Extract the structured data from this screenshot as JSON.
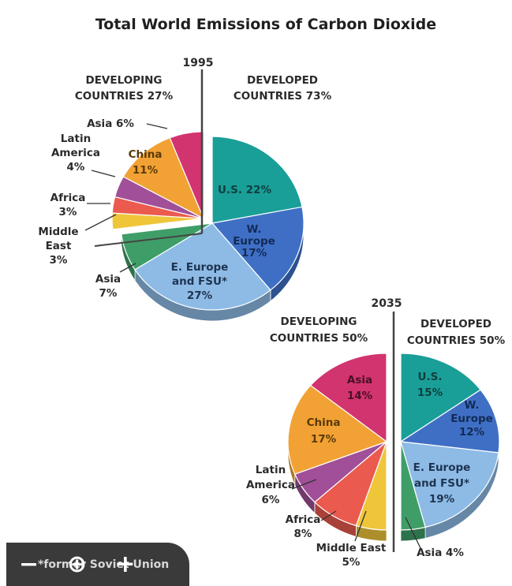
{
  "chart_data": {
    "type": "pie",
    "title": "Total World Emissions of Carbon Dioxide",
    "footnote": "*former Soviet Union",
    "charts": [
      {
        "year": "1995",
        "groups": [
          {
            "label_line1": "DEVELOPING",
            "label_line2": "COUNTRIES 27%",
            "value": 27
          },
          {
            "label_line1": "DEVELOPED",
            "label_line2": "COUNTRIES 73%",
            "value": 73
          }
        ],
        "slices": [
          {
            "label": "U.S.",
            "display": "U.S. 22%",
            "value": 22,
            "color": "#1a9e98",
            "group": "developed"
          },
          {
            "label": "W. Europe",
            "display": "W. Europe 17%",
            "value": 17,
            "color": "#3f6fc5",
            "group": "developed"
          },
          {
            "label": "E. Europe and FSU*",
            "display": "E. Europe and FSU* 27%",
            "value": 27,
            "color": "#8dbbe5",
            "group": "developed"
          },
          {
            "label": "Asia",
            "display": "Asia 7%",
            "value": 7,
            "color": "#3f9e68",
            "group": "developed"
          },
          {
            "label": "Middle East",
            "display": "Middle East 3%",
            "value": 3,
            "color": "#efc63a",
            "group": "developing"
          },
          {
            "label": "Africa",
            "display": "Africa 3%",
            "value": 3,
            "color": "#ea5a4e",
            "group": "developing"
          },
          {
            "label": "Latin America",
            "display": "Latin America 4%",
            "value": 4,
            "color": "#a04f98",
            "group": "developing"
          },
          {
            "label": "China",
            "display": "China 11%",
            "value": 11,
            "color": "#f2a234",
            "group": "developing"
          },
          {
            "label": "Asia",
            "display": "Asia 6%",
            "value": 6,
            "color": "#d2346f",
            "group": "developing"
          }
        ]
      },
      {
        "year": "2035",
        "groups": [
          {
            "label_line1": "DEVELOPING",
            "label_line2": "COUNTRIES 50%",
            "value": 50
          },
          {
            "label_line1": "DEVELOPED",
            "label_line2": "COUNTRIES 50%",
            "value": 50
          }
        ],
        "slices": [
          {
            "label": "U.S.",
            "display": "U.S. 15%",
            "value": 15,
            "color": "#1a9e98",
            "group": "developed"
          },
          {
            "label": "W. Europe",
            "display": "W. Europe 12%",
            "value": 12,
            "color": "#3f6fc5",
            "group": "developed"
          },
          {
            "label": "E. Europe and FSU*",
            "display": "E. Europe and FSU* 19%",
            "value": 19,
            "color": "#8dbbe5",
            "group": "developed"
          },
          {
            "label": "Asia",
            "display": "Asia 4%",
            "value": 4,
            "color": "#3f9e68",
            "group": "developed"
          },
          {
            "label": "Middle East",
            "display": "Middle East 5%",
            "value": 5,
            "color": "#efc63a",
            "group": "developing"
          },
          {
            "label": "Africa",
            "display": "Africa 8%",
            "value": 8,
            "color": "#ea5a4e",
            "group": "developing"
          },
          {
            "label": "Latin America",
            "display": "Latin America 6%",
            "value": 6,
            "color": "#a04f98",
            "group": "developing"
          },
          {
            "label": "China",
            "display": "China 17%",
            "value": 17,
            "color": "#f2a234",
            "group": "developing"
          },
          {
            "label": "Asia",
            "display": "Asia 14%",
            "value": 14,
            "color": "#d2346f",
            "group": "developing"
          }
        ]
      }
    ]
  },
  "toolbar": {
    "zoom_out_label": "−",
    "zoom_icon_label": "⊕",
    "zoom_in_label": "+"
  }
}
